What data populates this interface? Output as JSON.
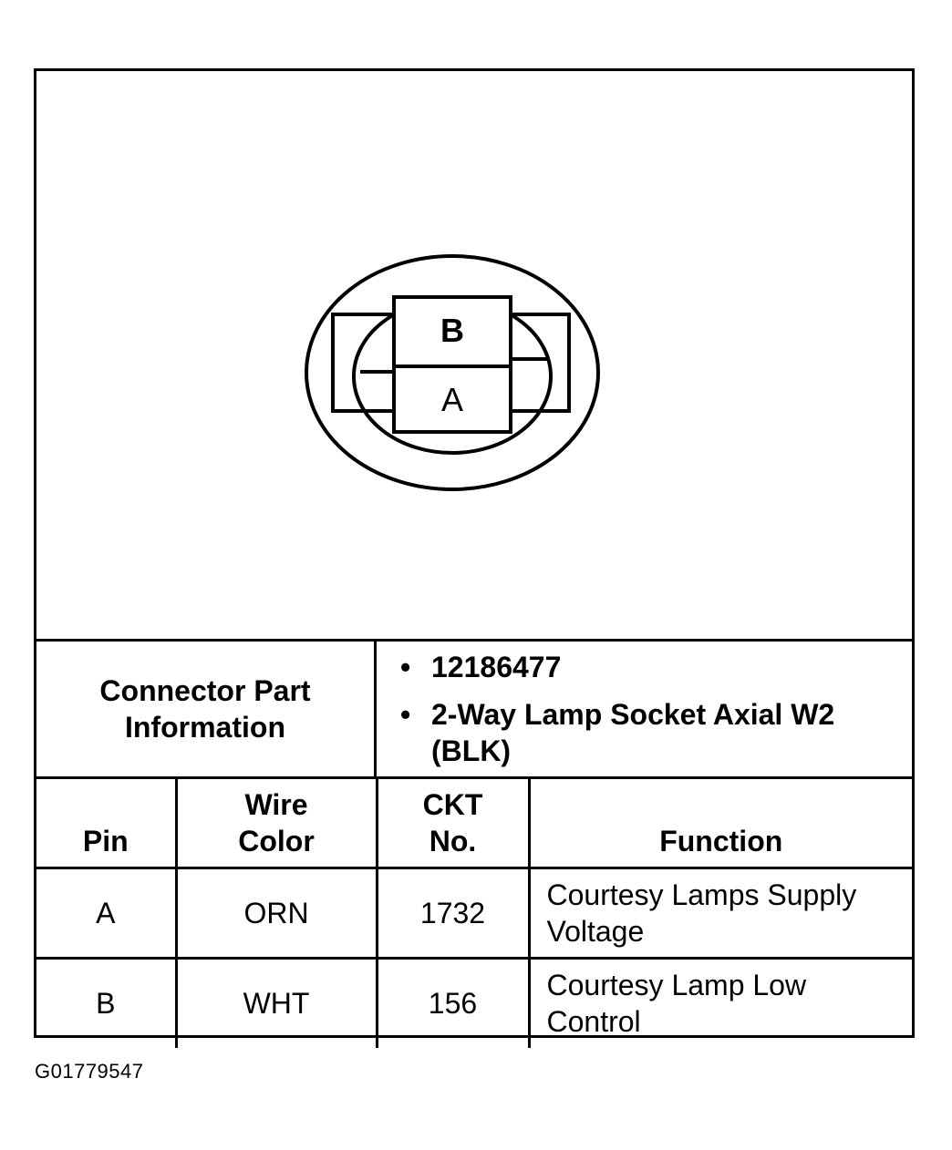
{
  "connector": {
    "pins": [
      "B",
      "A"
    ]
  },
  "info": {
    "label": "Connector Part Information",
    "items": [
      "12186477",
      "2-Way Lamp Socket Axial W2 (BLK)"
    ]
  },
  "table": {
    "headers": {
      "pin": "Pin",
      "wire_color": "Wire Color",
      "ckt_no": "CKT No.",
      "function": "Function"
    },
    "rows": [
      {
        "pin": "A",
        "wire_color": "ORN",
        "ckt_no": "1732",
        "function": "Courtesy Lamps Supply Voltage"
      },
      {
        "pin": "B",
        "wire_color": "WHT",
        "ckt_no": "156",
        "function": "Courtesy Lamp Low Control"
      }
    ]
  },
  "figure_id": "G01779547"
}
